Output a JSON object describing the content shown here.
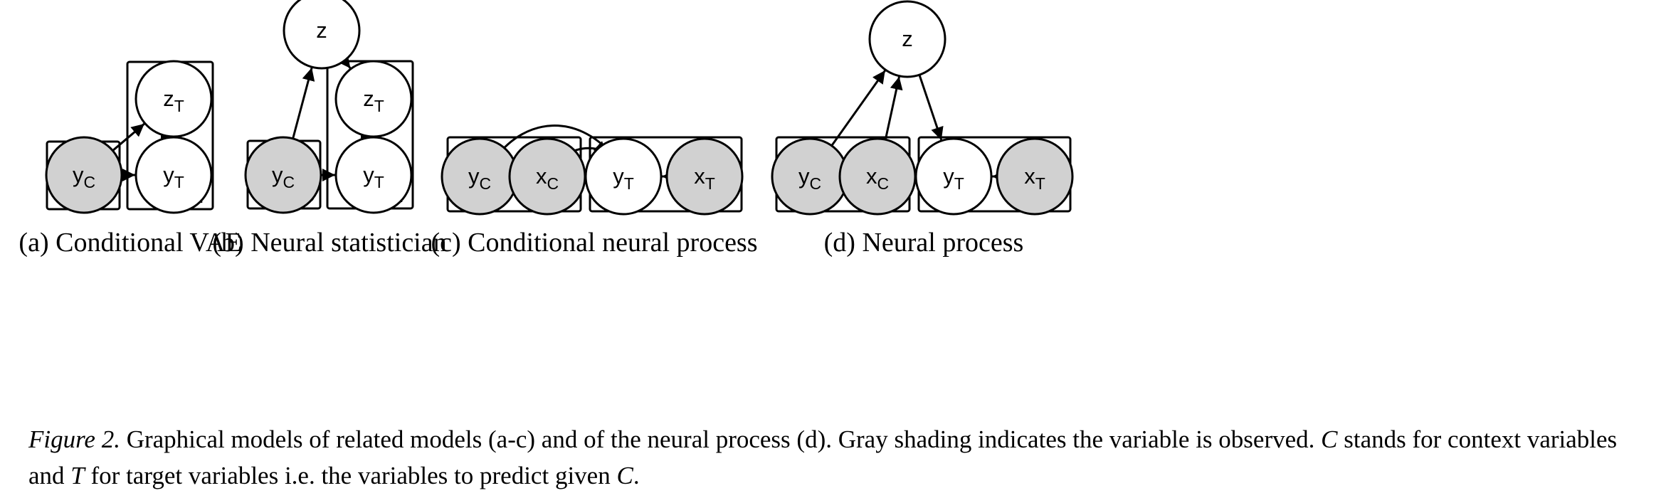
{
  "figure": {
    "variables": {
      "z": "z",
      "z_sub": "",
      "zT": "z",
      "zT_sub": "T",
      "yC": "y",
      "yC_sub": "C",
      "yT": "y",
      "yT_sub": "T",
      "xC": "x",
      "xC_sub": "C",
      "xT": "x",
      "xT_sub": "T"
    },
    "plates": {
      "context": "C",
      "target": "T"
    },
    "colors": {
      "observed": "#d1d1d1",
      "latent": "#ffffff",
      "ink": "#000000"
    },
    "panels": [
      {
        "id": "a",
        "caption": "(a) Conditional VAE",
        "nodes": [
          {
            "id": "yC",
            "var": "yC",
            "observed": true
          },
          {
            "id": "zT",
            "var": "zT",
            "observed": false
          },
          {
            "id": "yT",
            "var": "yT",
            "observed": false
          }
        ],
        "plates": [
          {
            "label": "context",
            "contains": [
              "yC"
            ]
          },
          {
            "label": "target",
            "contains": [
              "zT",
              "yT"
            ]
          }
        ],
        "edges": [
          {
            "from": "yC",
            "to": "zT"
          },
          {
            "from": "zT",
            "to": "yT"
          },
          {
            "from": "yC",
            "to": "yT"
          }
        ]
      },
      {
        "id": "b",
        "caption": "(b) Neural statistician",
        "nodes": [
          {
            "id": "z",
            "var": "z",
            "observed": false
          },
          {
            "id": "yC",
            "var": "yC",
            "observed": true
          },
          {
            "id": "zT",
            "var": "zT",
            "observed": false
          },
          {
            "id": "yT",
            "var": "yT",
            "observed": false
          }
        ],
        "plates": [
          {
            "label": "context",
            "contains": [
              "yC"
            ]
          },
          {
            "label": "target",
            "contains": [
              "zT",
              "yT"
            ]
          }
        ],
        "edges": [
          {
            "from": "yC",
            "to": "z"
          },
          {
            "from": "z",
            "to": "zT"
          },
          {
            "from": "zT",
            "to": "yT"
          },
          {
            "from": "yC",
            "to": "yT"
          }
        ]
      },
      {
        "id": "c",
        "caption": "(c) Conditional neural process",
        "nodes": [
          {
            "id": "yC",
            "var": "yC",
            "observed": true
          },
          {
            "id": "xC",
            "var": "xC",
            "observed": true
          },
          {
            "id": "yT",
            "var": "yT",
            "observed": false
          },
          {
            "id": "xT",
            "var": "xT",
            "observed": true
          }
        ],
        "plates": [
          {
            "label": "context",
            "contains": [
              "yC",
              "xC"
            ]
          },
          {
            "label": "target",
            "contains": [
              "yT",
              "xT"
            ]
          }
        ],
        "edges": [
          {
            "from": "yC",
            "to": "yT",
            "curved": true
          },
          {
            "from": "xC",
            "to": "yT",
            "curved": true
          },
          {
            "from": "xT",
            "to": "yT"
          }
        ]
      },
      {
        "id": "d",
        "caption": "(d) Neural process",
        "nodes": [
          {
            "id": "z",
            "var": "z",
            "observed": false
          },
          {
            "id": "yC",
            "var": "yC",
            "observed": true
          },
          {
            "id": "xC",
            "var": "xC",
            "observed": true
          },
          {
            "id": "yT",
            "var": "yT",
            "observed": false
          },
          {
            "id": "xT",
            "var": "xT",
            "observed": true
          }
        ],
        "plates": [
          {
            "label": "context",
            "contains": [
              "yC",
              "xC"
            ]
          },
          {
            "label": "target",
            "contains": [
              "yT",
              "xT"
            ]
          }
        ],
        "edges": [
          {
            "from": "yC",
            "to": "z"
          },
          {
            "from": "xC",
            "to": "z"
          },
          {
            "from": "z",
            "to": "yT"
          },
          {
            "from": "xT",
            "to": "yT"
          }
        ]
      }
    ]
  },
  "caption": {
    "label": "Figure 2.",
    "text_1": " Graphical models of related models (a-c) and of the neural process (d). Gray shading indicates the variable is observed. ",
    "math_c1": "C",
    "text_2": " stands for context variables and ",
    "math_t": "T",
    "text_3": " for target variables i.e. the variables to predict given ",
    "math_c2": "C",
    "text_4": "."
  }
}
